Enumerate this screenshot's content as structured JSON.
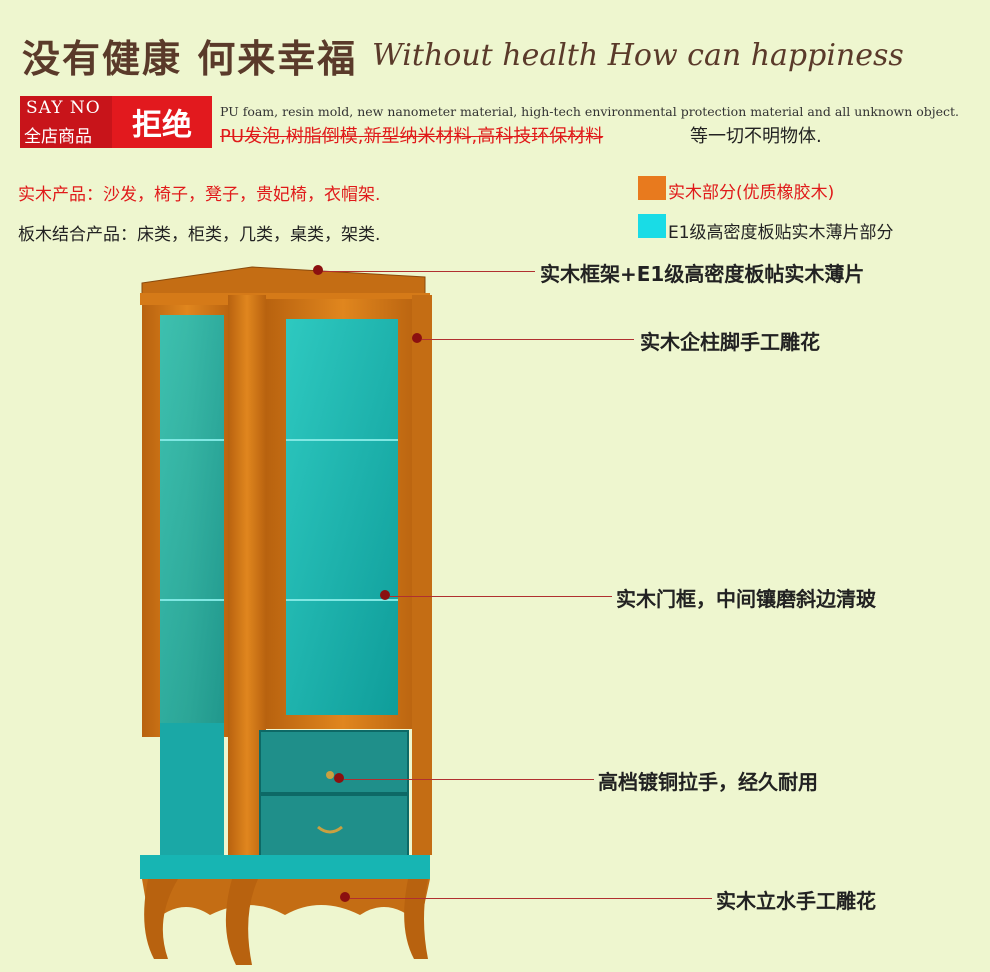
{
  "header": {
    "title_cn": "没有健康 何来幸福",
    "title_en": "Without health How can happiness"
  },
  "reject": {
    "badge_en": "SAY NO",
    "badge_cn": "全店商品",
    "badge_big": "拒绝",
    "text_en": "PU foam, resin mold, new nanometer material, high-tech environmental protection material and all unknown object.",
    "text_cn_strike": "PU发泡,树脂倒模,新型纳米材料,高科技环保材料",
    "text_cn_rest": "等一切不明物体."
  },
  "categories": {
    "solid_wood": "实木产品：沙发，椅子，凳子，贵妃椅，衣帽架.",
    "board_wood": "板木结合产品：床类，柜类，几类，桌类，架类."
  },
  "legend": [
    {
      "label": "实木部分(优质橡胶木)",
      "color": "#e87a1e"
    },
    {
      "label": "E1级高密度板贴实木薄片部分",
      "color": "#19dce6"
    }
  ],
  "callouts": [
    {
      "label": "实木框架+E1级高密度板帖实木薄片"
    },
    {
      "label": "实木企柱脚手工雕花"
    },
    {
      "label": "实木门框，中间镶磨斜边清玻"
    },
    {
      "label": "高档镀铜拉手，经久耐用"
    },
    {
      "label": "实木立水手工雕花"
    }
  ]
}
